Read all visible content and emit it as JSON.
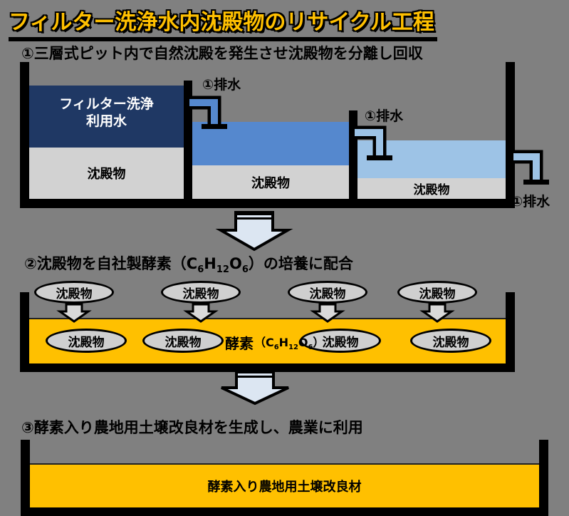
{
  "title": "フィルター洗浄水内沈殿物のリサイクル工程",
  "colors": {
    "background": "#808080",
    "title_text": "#FFC000",
    "dark_water": "#1F3864",
    "medium_water": "#5588CE",
    "light_water": "#9DC3E6",
    "sediment_gray": "#D2D2D2",
    "tank_yellow": "#FFC000",
    "big_arrow_fill": "#DCE6F2",
    "small_arrow_fill": "#D9D9D9",
    "outline_black": "#000000"
  },
  "formula": {
    "open": "（",
    "c": "C",
    "n1": "6",
    "h": "H",
    "n2": "12",
    "o": "O",
    "n3": "6",
    "close": "）"
  },
  "step1": {
    "heading": "①三層式ピット内で自然沈殿を発生させ沈殿物を分離し回収",
    "drain_label": "①排水",
    "tank1_water_line1": "フィルター洗浄",
    "tank1_water_line2": "利用水",
    "sediment_label": "沈殿物"
  },
  "step2": {
    "heading_pre": "②沈殿物を自社製酵素",
    "heading_post": "の培養に配合",
    "oval_label": "沈殿物",
    "enzyme_word": "酵素"
  },
  "step3": {
    "heading": "③酵素入り農地用土壌改良材を生成し、農業に利用",
    "tank_label": "酵素入り農地用土壌改良材"
  }
}
